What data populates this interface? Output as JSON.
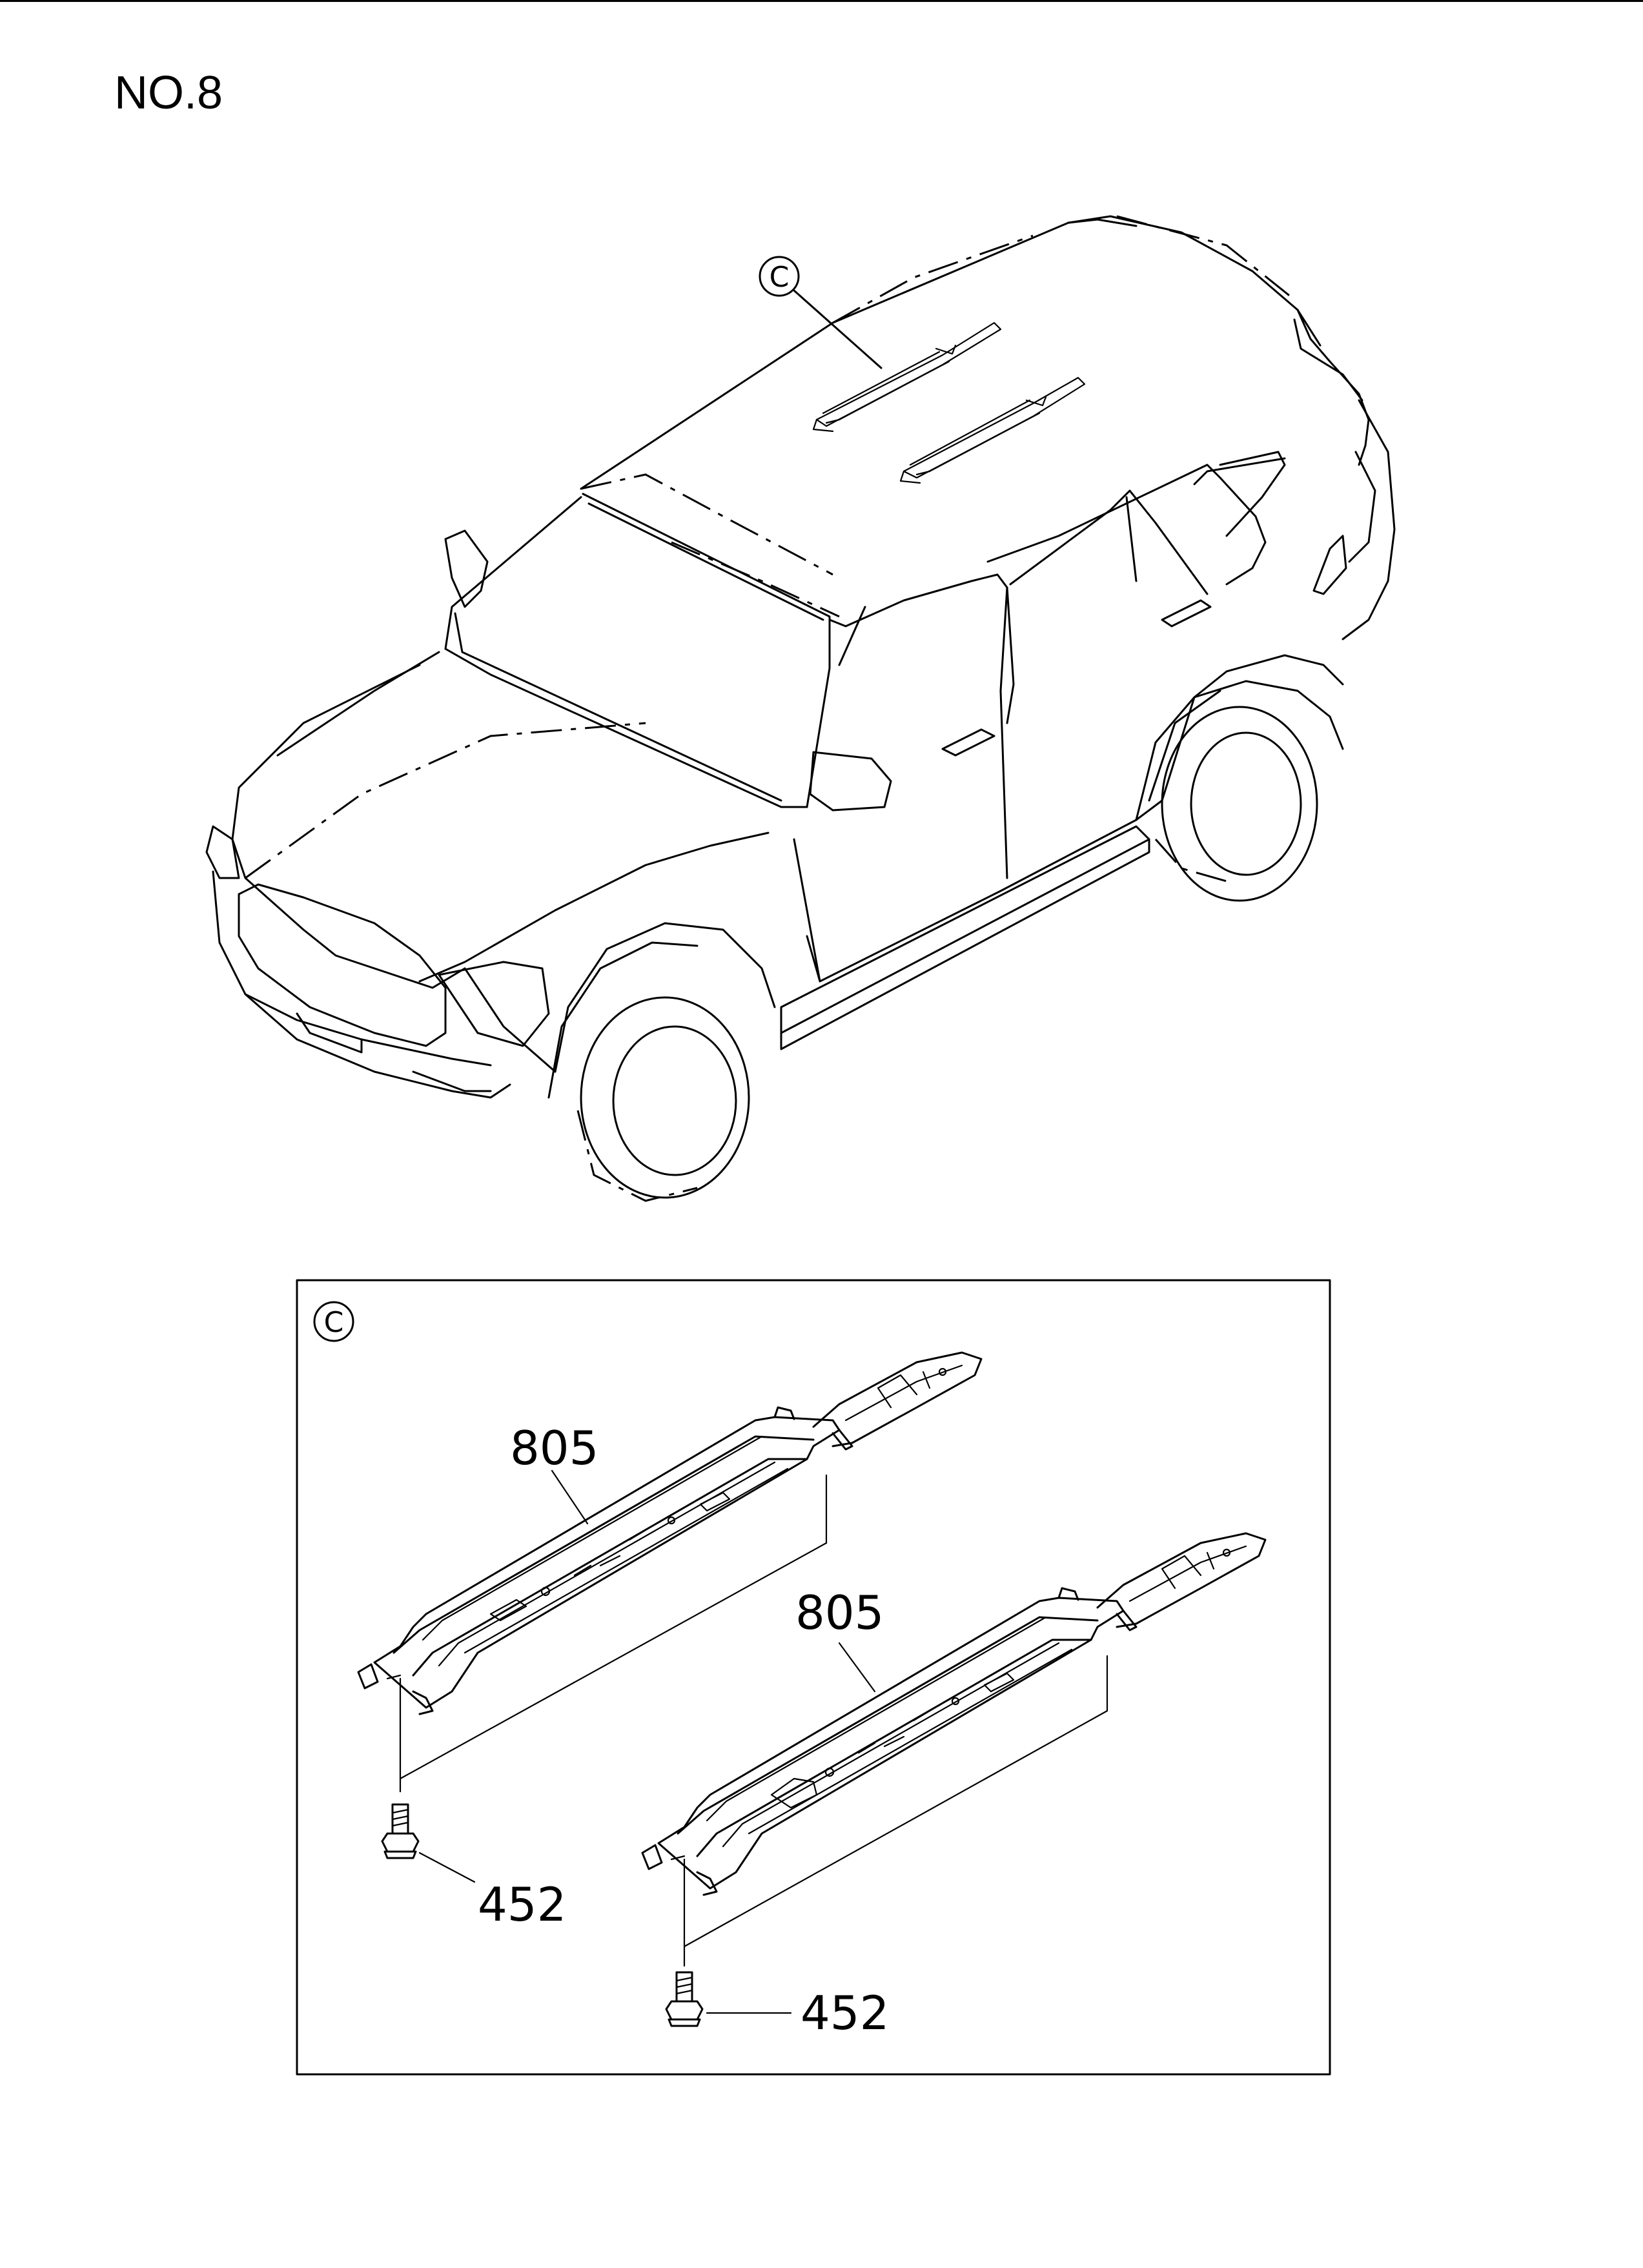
{
  "page": {
    "title": "NO.8"
  },
  "overview": {
    "callout_letter": "C"
  },
  "detail": {
    "callout_letter": "C",
    "parts": [
      {
        "number": "805"
      },
      {
        "number": "805"
      },
      {
        "number": "452"
      },
      {
        "number": "452"
      }
    ]
  }
}
